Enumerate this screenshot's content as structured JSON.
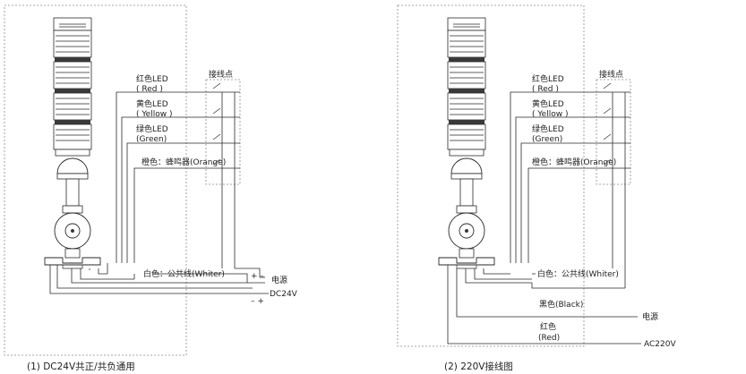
{
  "left": {
    "caption": "(1) DC24V共正/共负通用",
    "terminal_title": "接线点",
    "labels": {
      "red_cn": "红色LED",
      "red_en": "( Red )",
      "yellow_cn": "黄色LED",
      "yellow_en": "( Yellow )",
      "green_cn": "绿色LED",
      "green_en": "(Green)",
      "orange": "橙色：蜂鸣器(Orange)",
      "white": "白色：公共线(Whiter)",
      "power": "电源",
      "voltage": "DC24V",
      "polarity_top": "+ –",
      "polarity_bottom": "– +"
    }
  },
  "right": {
    "caption": "(2) 220V接线图",
    "terminal_title": "接线点",
    "labels": {
      "red_cn": "红色LED",
      "red_en": "( Red )",
      "yellow_cn": "黄色LED",
      "yellow_en": "( Yellow )",
      "green_cn": "绿色LED",
      "green_en": "(Green)",
      "orange": "橙色：蜂鸣器(Orange)",
      "white": "白色：公共线(Whiter)",
      "black": "黑色(Black)",
      "red2_cn": "红色",
      "red2_en": "(Red)",
      "power": "电源",
      "voltage": "AC220V"
    }
  }
}
